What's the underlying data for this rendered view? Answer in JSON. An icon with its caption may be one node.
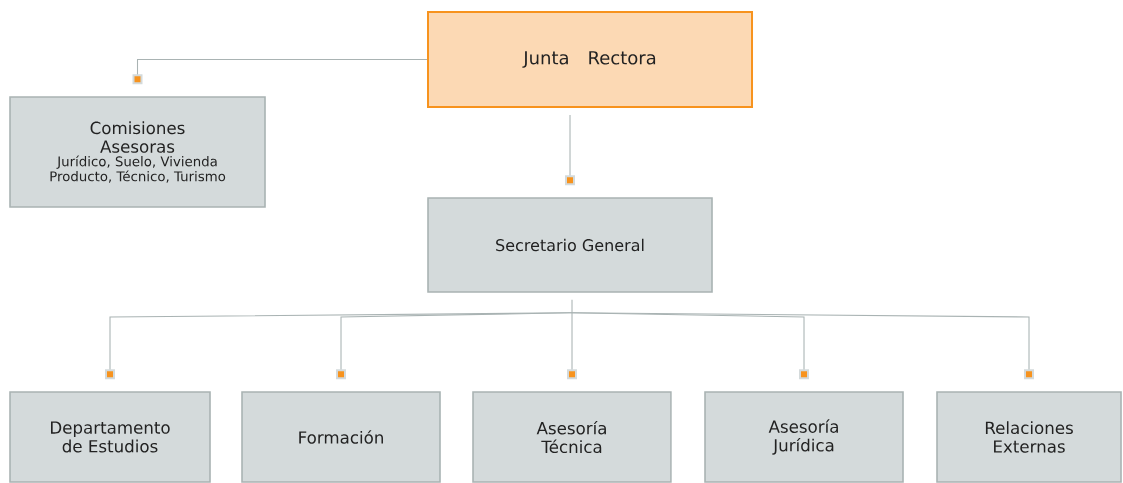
{
  "diagram": {
    "nodes": [
      {
        "text": [
          "Junta Rectora"
        ]
      },
      {
        "text": [
          "Comisiones Asesoras",
          "Jurídico, Suelo, Vivienda Producto, Técnico, Turismo"
        ]
      },
      {
        "text": [
          "Secretario General"
        ]
      },
      {
        "text": [
          "Departamento de Estudios"
        ]
      },
      {
        "text": [
          "Formación"
        ]
      },
      {
        "text": [
          "Asesoría Técnica"
        ]
      },
      {
        "text": [
          "Asesoría Jurídica"
        ]
      },
      {
        "text": [
          "Relaciones Externas"
        ]
      }
    ],
    "edges": [
      {
        "from": 0,
        "to": 1,
        "arrow": "other"
      },
      {
        "from": 0,
        "to": 2,
        "arrow": "other"
      },
      {
        "from": 2,
        "to": 3,
        "arrow": "other"
      },
      {
        "from": 2,
        "to": 4,
        "arrow": "other"
      },
      {
        "from": 2,
        "to": 5,
        "arrow": "other"
      },
      {
        "from": 2,
        "to": 6,
        "arrow": "other"
      },
      {
        "from": 2,
        "to": 7,
        "arrow": "other"
      }
    ]
  }
}
